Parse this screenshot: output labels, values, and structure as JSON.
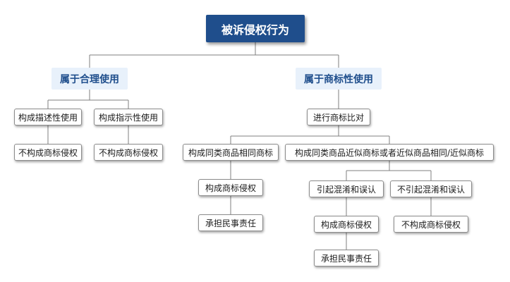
{
  "root": "被诉侵权行为",
  "branch_fair_use": {
    "label": "属于合理使用",
    "descriptive": "构成描述性使用",
    "descriptive_result": "不构成商标侵权",
    "indicative": "构成指示性使用",
    "indicative_result": "不构成商标侵权"
  },
  "branch_trademark_use": {
    "label": "属于商标性使用",
    "compare": "进行商标比对",
    "identical": "构成同类商品相同商标",
    "identical_result": "构成商标侵权",
    "identical_liability": "承担民事责任",
    "similar": "构成同类商品近似商标或者近似商品相同/近似商标",
    "confusion": "引起混淆和误认",
    "confusion_result": "构成商标侵权",
    "confusion_liability": "承担民事责任",
    "no_confusion": "不引起混淆和误认",
    "no_confusion_result": "不构成商标侵权"
  },
  "colors": {
    "root_fill": "#1f4e8c",
    "category_fill": "#e8f1fb",
    "category_text": "#1f4e8c",
    "connector": "#7f7f7f"
  }
}
